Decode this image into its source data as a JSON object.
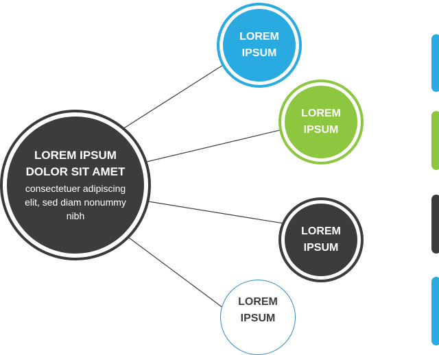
{
  "hub": {
    "title": "LOREM IPSUM\nDOLOR SIT AMET",
    "description": "consectetuer adipiscing\nelit, sed diam nonummy\nnibh"
  },
  "nodes": [
    {
      "label": "LOREM\nIPSUM",
      "color": "#29abe2"
    },
    {
      "label": "LOREM\nIPSUM",
      "color": "#8dc63f"
    },
    {
      "label": "LOREM\nIPSUM",
      "color": "#3c3c3c"
    },
    {
      "label": "LOREM\nIPSUM",
      "color": "#2e8bc0"
    }
  ],
  "side_bars": [
    {
      "color": "#29abe2"
    },
    {
      "color": "#8dc63f"
    },
    {
      "color": "#3c3c3c"
    },
    {
      "color": "#29abe2"
    }
  ]
}
